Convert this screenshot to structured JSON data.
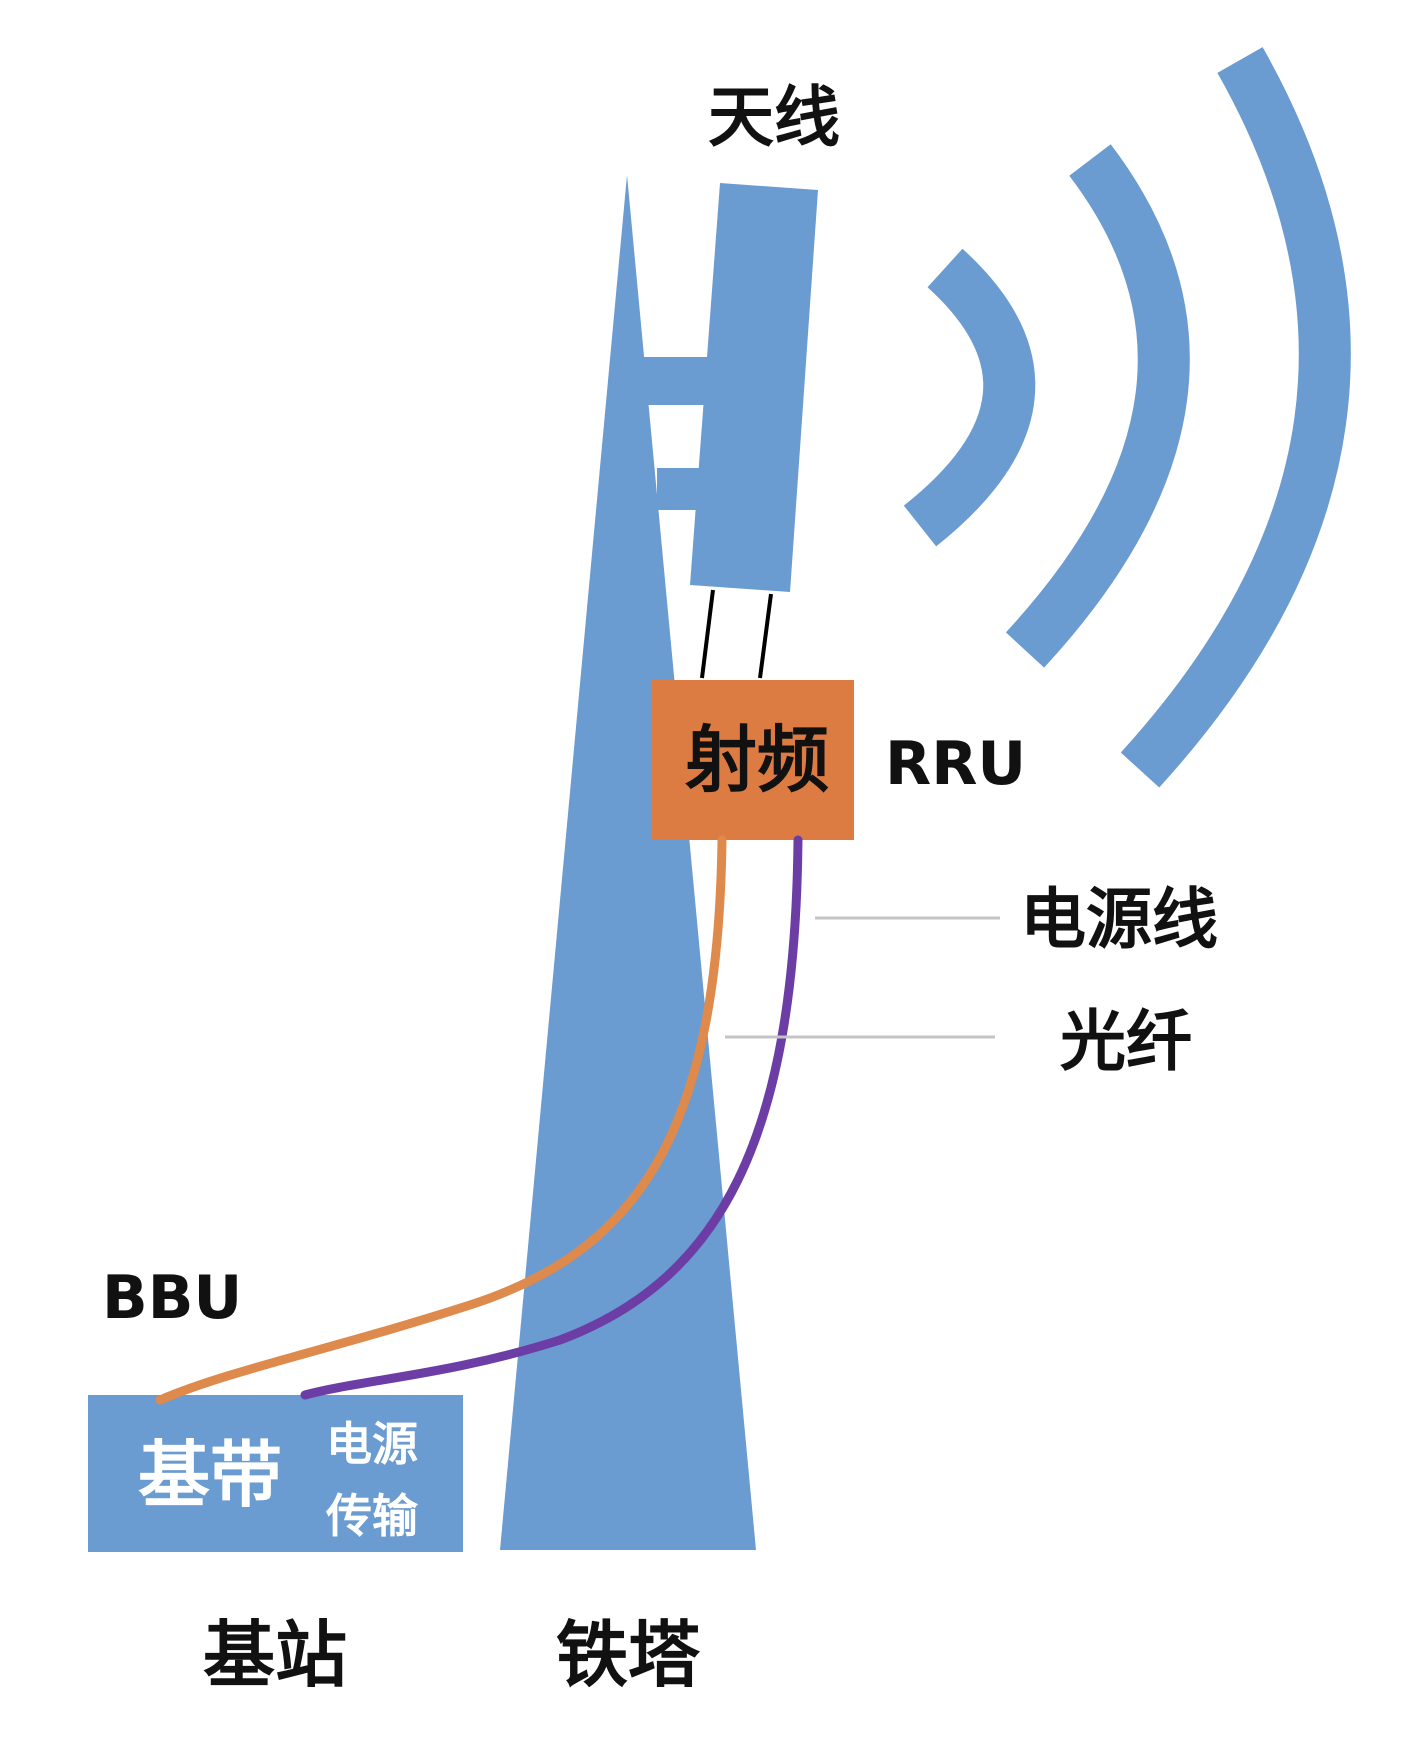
{
  "labels": {
    "antenna": "天线",
    "rf": "射频",
    "rru": "RRU",
    "power_line": "电源线",
    "fiber": "光纤",
    "bbu": "BBU",
    "baseband": "基带",
    "power": "电源",
    "transmission": "传输",
    "base_station": "基站",
    "tower": "铁塔"
  },
  "colors": {
    "structure_blue": "#6a9bd1",
    "rru_orange": "#dd7c42",
    "fiber_orange": "#dd8a4c",
    "power_purple": "#6d3da6",
    "leader_gray": "#c4c4c4",
    "text_dark": "#111111",
    "text_light": "#ffffff"
  },
  "icons": {
    "signal_waves": "wifi-signal-waves",
    "tower": "triangular-tower",
    "antenna": "panel-antenna"
  }
}
